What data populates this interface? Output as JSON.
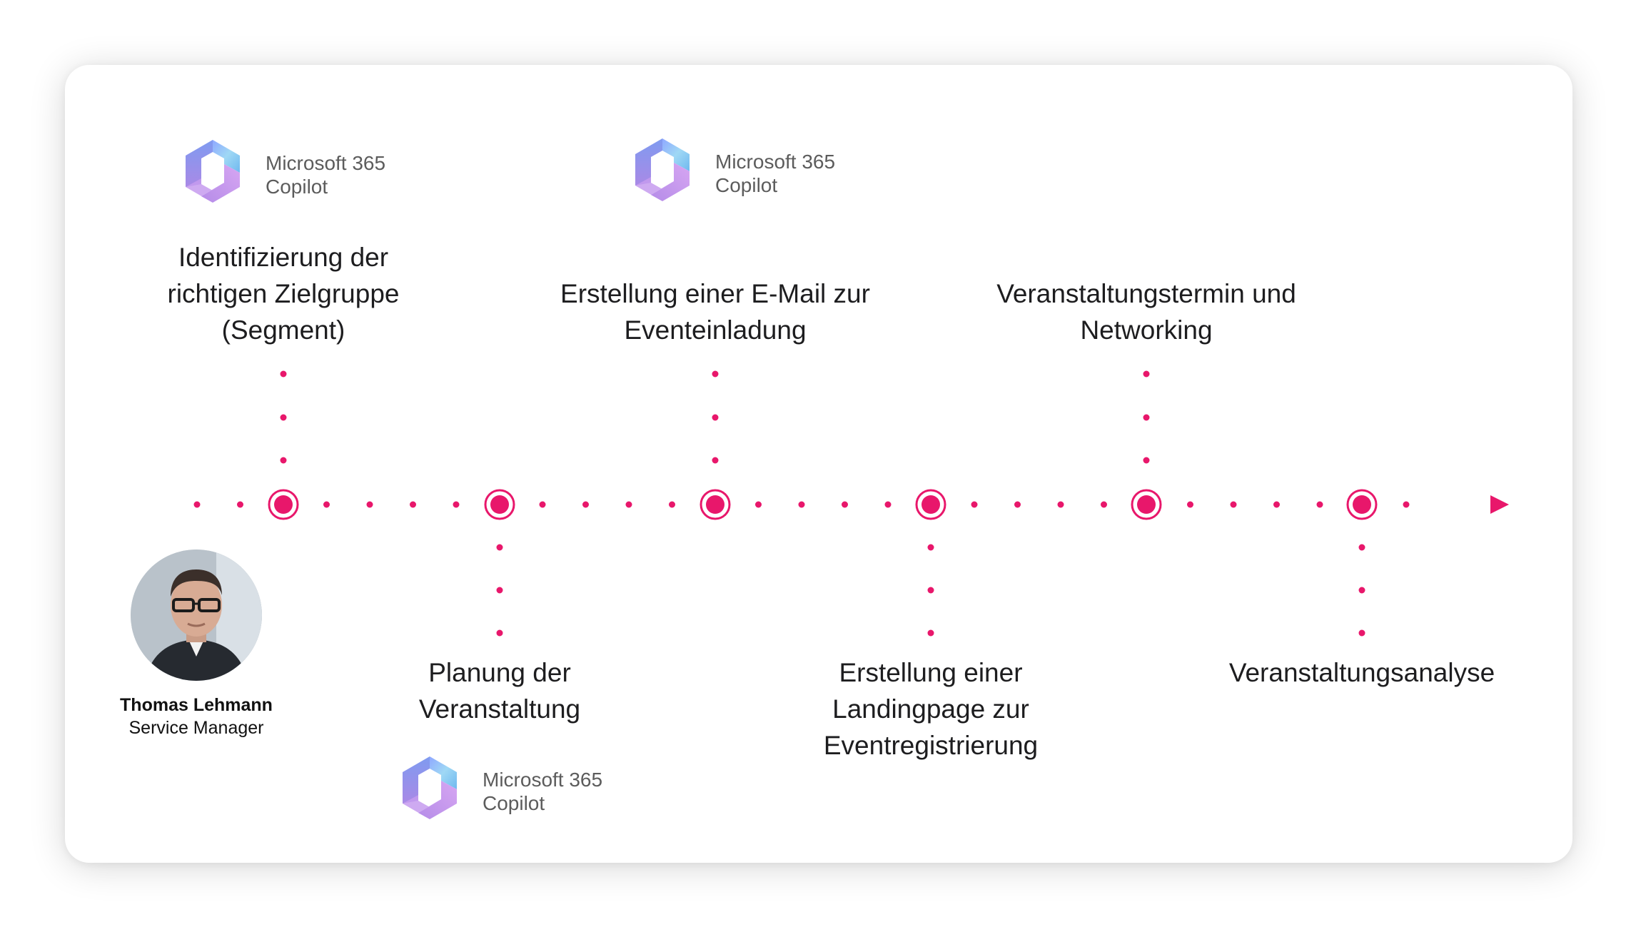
{
  "copilot": {
    "line1": "Microsoft 365",
    "line2": "Copilot"
  },
  "steps": [
    {
      "lines": [
        "Identifizierung der",
        "richtigen Zielgruppe",
        "(Segment)"
      ],
      "position": "above",
      "copilot": true
    },
    {
      "lines": [
        "Planung der",
        "Veranstaltung"
      ],
      "position": "below",
      "copilot": true
    },
    {
      "lines": [
        "Erstellung einer E-Mail zur",
        "Eventeinladung"
      ],
      "position": "above",
      "copilot": true
    },
    {
      "lines": [
        "Erstellung einer",
        "Landingpage zur",
        "Eventregistrierung"
      ],
      "position": "below",
      "copilot": false
    },
    {
      "lines": [
        "Veranstaltungstermin und",
        "Networking"
      ],
      "position": "above",
      "copilot": false
    },
    {
      "lines": [
        "Veranstaltungsanalyse"
      ],
      "position": "below",
      "copilot": false
    }
  ],
  "person": {
    "name": "Thomas Lehmann",
    "role": "Service Manager"
  },
  "colors": {
    "accent": "#e8176b",
    "text": "#1d1d1f",
    "copilot_text": "#5c5c5c"
  },
  "icons": [
    "copilot-logo-icon",
    "arrow-right-icon",
    "milestone-icon",
    "avatar-photo"
  ]
}
